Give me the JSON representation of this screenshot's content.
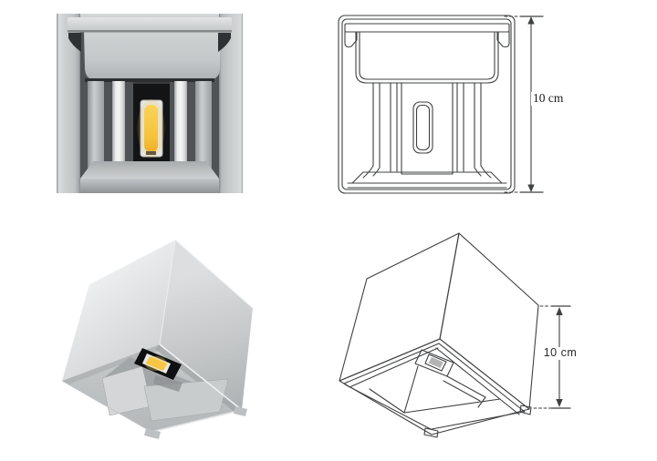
{
  "figure": {
    "background": "#ffffff",
    "product": "cube wall lamp",
    "views": {
      "front_photo": {
        "position": "top-left",
        "kind": "photo"
      },
      "front_drawing": {
        "position": "top-right",
        "kind": "line-drawing",
        "dimension_label": "10 cm"
      },
      "perspective_photo": {
        "position": "bottom-left",
        "kind": "photo"
      },
      "perspective_drawing": {
        "position": "bottom-right",
        "kind": "line-drawing",
        "dimension_label": "10 cm"
      }
    },
    "colors": {
      "body_gray": "#c7cacb",
      "led_yellow": "#f6c33c",
      "module_black": "#131416",
      "drawing_line": "#3f4042"
    }
  }
}
